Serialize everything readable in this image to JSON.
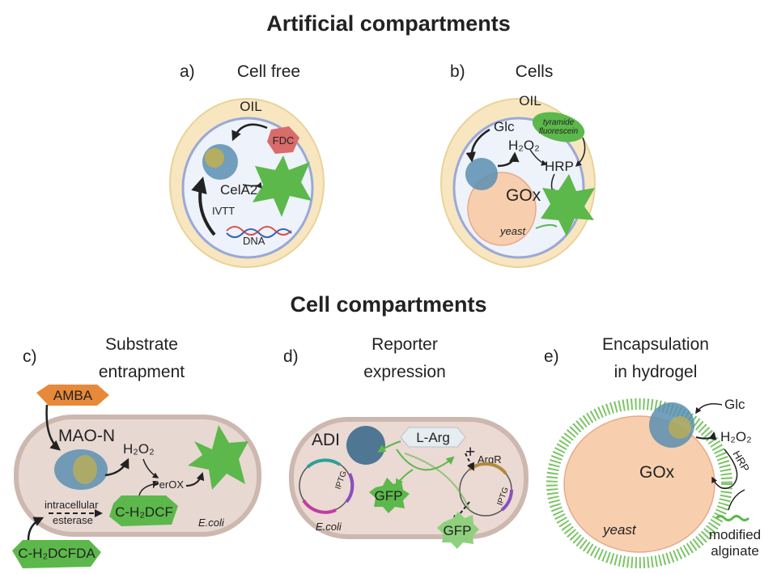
{
  "titles": {
    "artificial": "Artificial compartments",
    "cell": "Cell compartments"
  },
  "panel_a": {
    "letter": "a)",
    "title": "Cell free",
    "oil": "OIL",
    "fdc": "FDC",
    "enzyme": "CelA2",
    "ivtt": "IVTT",
    "dna": "DNA"
  },
  "panel_b": {
    "letter": "b)",
    "title": "Cells",
    "oil": "OIL",
    "glc": "Glc",
    "h2o2": "H₂O₂",
    "tyr1": "tyramide",
    "tyr2": "fluorescein",
    "hrp": "HRP",
    "gox": "GOx",
    "yeast": "yeast"
  },
  "panel_c": {
    "letter": "c)",
    "title1": "Substrate",
    "title2": "entrapment",
    "amba": "AMBA",
    "mao": "MAO-N",
    "h2o2": "H₂O₂",
    "perox": "PerOX",
    "ic1": "intracellular",
    "ic2": "esterase",
    "dcf": "C-H₂DCF",
    "dcfda": "C-H₂DCFDA",
    "ecoli": "E.coli"
  },
  "panel_d": {
    "letter": "d)",
    "title1": "Reporter",
    "title2": "expression",
    "adi": "ADI",
    "larg": "L-Arg",
    "argr": "ArgR",
    "plus": "+",
    "iptg1": "IPTG",
    "iptg2": "IPTG",
    "gfp1": "GFP",
    "gfp2": "GFP",
    "ecoli": "E.coli"
  },
  "panel_e": {
    "letter": "e)",
    "title1": "Encapsulation",
    "title2": "in hydrogel",
    "glc": "Glc",
    "h2o2": "H₂O₂",
    "hrp": "HRP",
    "gox": "GOx",
    "yeast": "yeast",
    "alg1": "modified",
    "alg2": "alginate"
  },
  "colors": {
    "oil": "#f7e6bf",
    "membrane": "#9aa8d8",
    "inner": "#eef2fa",
    "green": "#5cb84a",
    "fdc": "#d96b6b",
    "yeast": "#f7cfae",
    "ecoli": "#e8d8d2",
    "amba": "#e8893a"
  }
}
